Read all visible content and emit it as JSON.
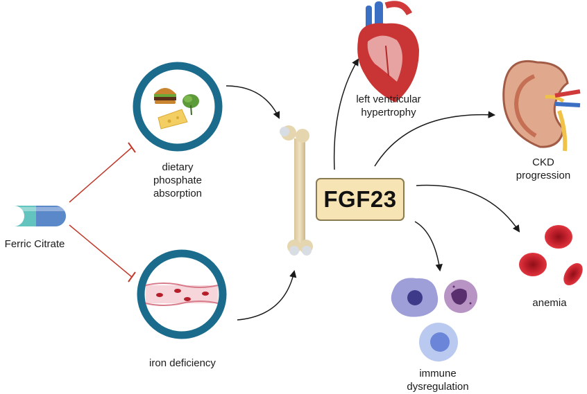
{
  "nodes": {
    "drug": "Ferric Citrate",
    "dietary": [
      "dietary",
      "phosphate",
      "absorption"
    ],
    "iron": "iron deficiency",
    "center": "FGF23",
    "lvh": [
      "left ventricular",
      "hypertrophy"
    ],
    "ckd": [
      "CKD",
      "progression"
    ],
    "anemia": "anemia",
    "immune": [
      "immune",
      "dysregulation"
    ]
  },
  "colors": {
    "inhibit": "#c0392b",
    "arrow": "#1a1a1a",
    "ring": "#1a6b8c",
    "box_fill": "#f6e4b4",
    "box_border": "#8a7a52",
    "capsule_left": "#62c3bf",
    "capsule_right": "#5a88c9",
    "bone": "#e6d6b0",
    "rbc": "#c8202a"
  },
  "icons": [
    "capsule-icon",
    "food-icon",
    "blood-vessel-icon",
    "bone-icon",
    "heart-icon",
    "kidney-icon",
    "red-blood-cells-icon",
    "immune-cells-icon"
  ]
}
